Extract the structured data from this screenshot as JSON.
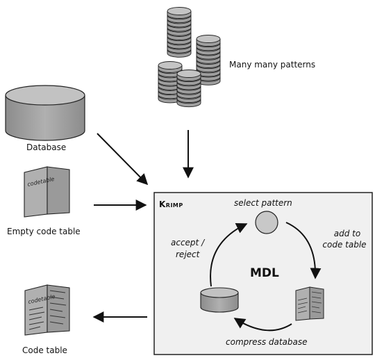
{
  "labels": {
    "many_patterns": "Many many patterns",
    "database": "Database",
    "empty_code_table": "Empty code table",
    "code_table": "Code table",
    "krimp": "Krimp",
    "select_pattern": "select pattern",
    "add_to": "add to",
    "code_table_step": "code table",
    "accept": "accept /",
    "reject": "reject",
    "mdl": "MDL",
    "compress_database": "compress database",
    "codetable_book_text": "codetable"
  },
  "colors": {
    "gray_fill": "#aaaaaa",
    "dark_gray": "#777777",
    "light_box": "#f0f0f0",
    "stroke": "#222222"
  },
  "icons": [
    "coin-stack-icon",
    "database-cylinder-icon",
    "codetable-book-icon"
  ]
}
